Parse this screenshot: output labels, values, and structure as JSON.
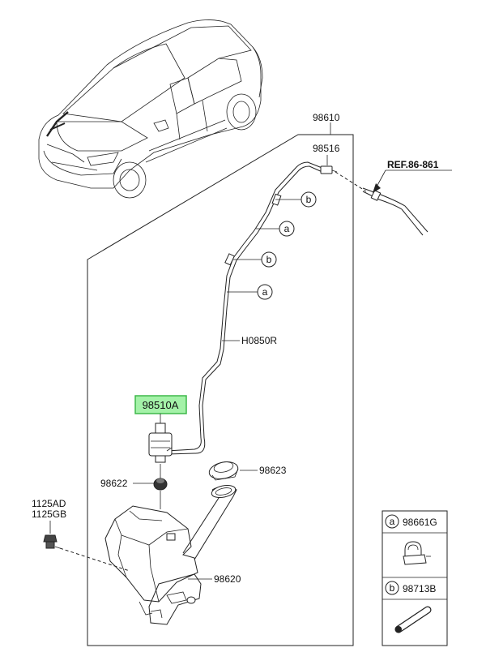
{
  "labels": {
    "assembly": "98610",
    "nozzle": "98516",
    "reference": "REF.86-861",
    "hose": "H0850R",
    "pump": "98510A",
    "grommet": "98622",
    "cap": "98623",
    "bolt_a": "1125AD",
    "bolt_b": "1125GB",
    "reservoir": "98620"
  },
  "callouts": {
    "a": "a",
    "b": "b"
  },
  "legend": [
    {
      "letter": "a",
      "part": "98661G"
    },
    {
      "letter": "b",
      "part": "98713B"
    }
  ],
  "colors": {
    "highlight_fill": "#a4f2a8",
    "highlight_stroke": "#3eb84a"
  }
}
